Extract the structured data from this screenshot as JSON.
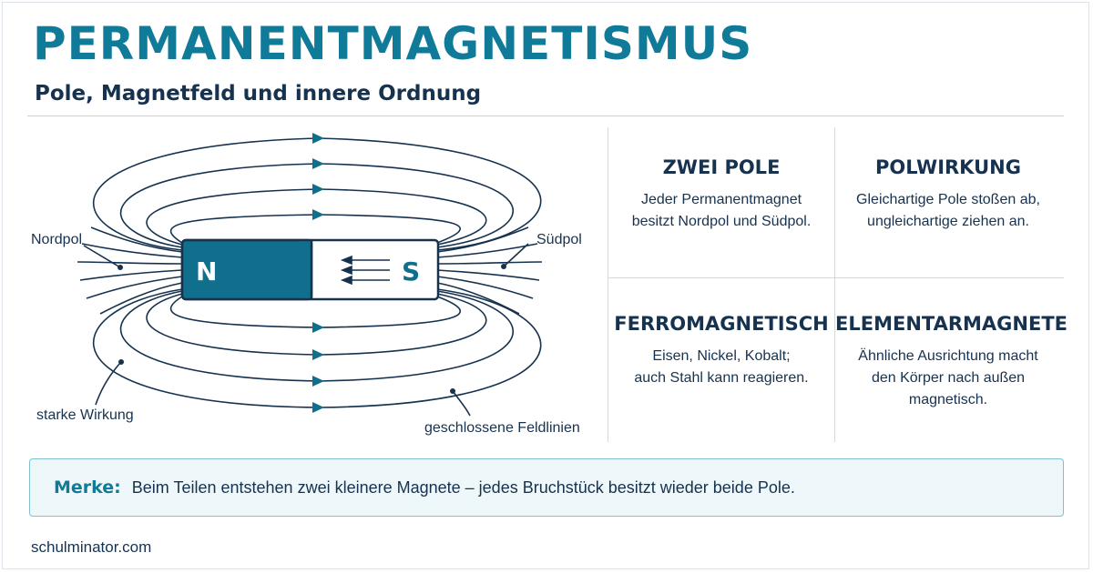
{
  "header": {
    "title": "PERMANENTMAGNETISMUS",
    "subtitle": "Pole, Magnetfeld und innere Ordnung"
  },
  "diagram": {
    "north_letter": "N",
    "south_letter": "S",
    "label_nordpol": "Nordpol",
    "label_suedpol": "Südpol",
    "label_starke_wirkung": "starke Wirkung",
    "label_feldlinien": "geschlossene Feldlinien",
    "colors": {
      "north": "#0f6f8c",
      "line": "#16324f",
      "south": "#ffffff"
    }
  },
  "cells": [
    {
      "title": "ZWEI POLE",
      "lines": [
        "Jeder Permanentmagnet",
        "besitzt Nordpol und Südpol.",
        ""
      ]
    },
    {
      "title": "POLWIRKUNG",
      "lines": [
        "Gleichartige Pole stoßen ab,",
        "ungleichartige ziehen an.",
        ""
      ]
    },
    {
      "title": "FERROMAGNETISCH",
      "lines": [
        "Eisen, Nickel, Kobalt;",
        "auch Stahl kann reagieren.",
        ""
      ]
    },
    {
      "title": "ELEMENTARMAGNETE",
      "lines": [
        "Ähnliche Ausrichtung macht",
        "den Körper nach außen",
        "magnetisch."
      ]
    }
  ],
  "merke": {
    "label": "Merke:",
    "text": "Beim Teilen entstehen zwei kleinere Magnete – jedes Bruchstück besitzt wieder beide Pole."
  },
  "footer": {
    "site": "schulminator.com"
  }
}
